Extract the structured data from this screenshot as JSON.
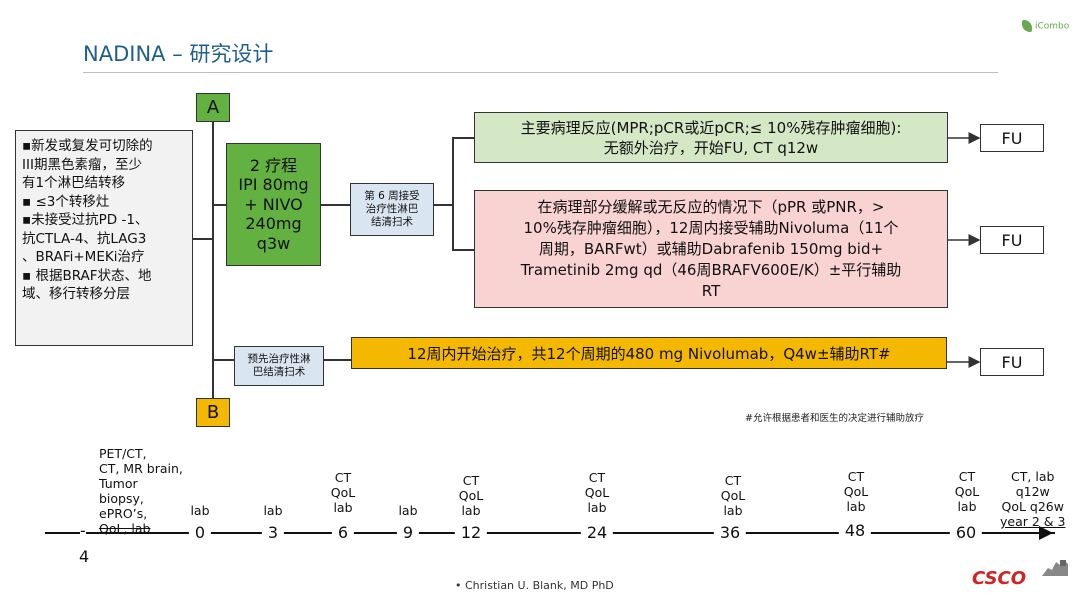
{
  "header": {
    "title": "NADINA – 研究设计",
    "logo_text": "iCombo"
  },
  "eligibility": {
    "lines": [
      "▪新发或复发可切除的",
      "III期黑色素瘤，至少",
      "有1个淋巴结转移",
      "▪ ≤3个转移灶",
      "▪未接受过抗PD -1、",
      "抗CTLA-4、抗LAG3",
      "、BRAFi+MEKi治疗",
      "▪ 根据BRAF状态、地",
      "域、移行转移分层"
    ]
  },
  "arms": {
    "a_label": "A",
    "b_label": "B"
  },
  "arm_a": {
    "regimen_lines": [
      "2 疗程",
      "IPI 80mg",
      "+ NIVO",
      "240mg",
      "q3w"
    ],
    "scan_lines": [
      "第 6 周接受",
      "治疗性淋巴",
      "结清扫术"
    ],
    "outcome_major": [
      "主要病理反应(MPR;pCR或近pCR;≤  10%残存肿瘤细胞):",
      "无额外治疗，开始FU, CT q12w"
    ],
    "outcome_partial": [
      "在病理部分缓解或无反应的情况下（pPR  或PNR，>",
      "10%残存肿瘤细胞），12周内接受辅助Nivoluma（11个",
      "周期，BARFwt）或辅助Dabrafenib 150mg bid+",
      "Trametinib 2mg qd（46周BRAFV600E/K）±平行辅助",
      "RT"
    ]
  },
  "arm_b": {
    "scan_lines": [
      "预先治疗性淋",
      "巴结清扫术"
    ],
    "treatment": "12周内开始治疗，共12个周期的480  mg Nivolumab，Q4w±辅助RT#"
  },
  "fu_label": "FU",
  "footnote": "#允许根据患者和医生的决定进行辅助放疗",
  "timeline": {
    "pre_notes": [
      "PET/CT,",
      "CT, MR brain,",
      "Tumor",
      "biopsy,",
      "ePRO’s,",
      "QoL, lab"
    ],
    "minus": "-",
    "first_tick": "4",
    "ticks": [
      {
        "label": "0",
        "notes": [
          "lab"
        ]
      },
      {
        "label": "3",
        "notes": [
          "lab"
        ]
      },
      {
        "label": "6",
        "notes": [
          "CT",
          "QoL",
          "lab"
        ]
      },
      {
        "label": "9",
        "notes": [
          "lab"
        ]
      },
      {
        "label": "12",
        "notes": [
          "CT",
          "QoL",
          "lab"
        ]
      },
      {
        "label": "24",
        "notes": [
          "CT",
          "QoL",
          "lab"
        ]
      },
      {
        "label": "36",
        "notes": [
          "CT",
          "QoL",
          "lab"
        ]
      },
      {
        "label": "48",
        "notes": [
          "CT",
          "QoL",
          "lab"
        ]
      },
      {
        "label": "60",
        "notes": [
          "CT",
          "QoL",
          "lab"
        ]
      }
    ],
    "last_notes": [
      "CT, lab",
      "q12w",
      "QoL q26w",
      "year 2 & 3"
    ]
  },
  "footer": {
    "credit": "•   Christian  U. Blank, MD PhD",
    "brand": "CSCO"
  }
}
